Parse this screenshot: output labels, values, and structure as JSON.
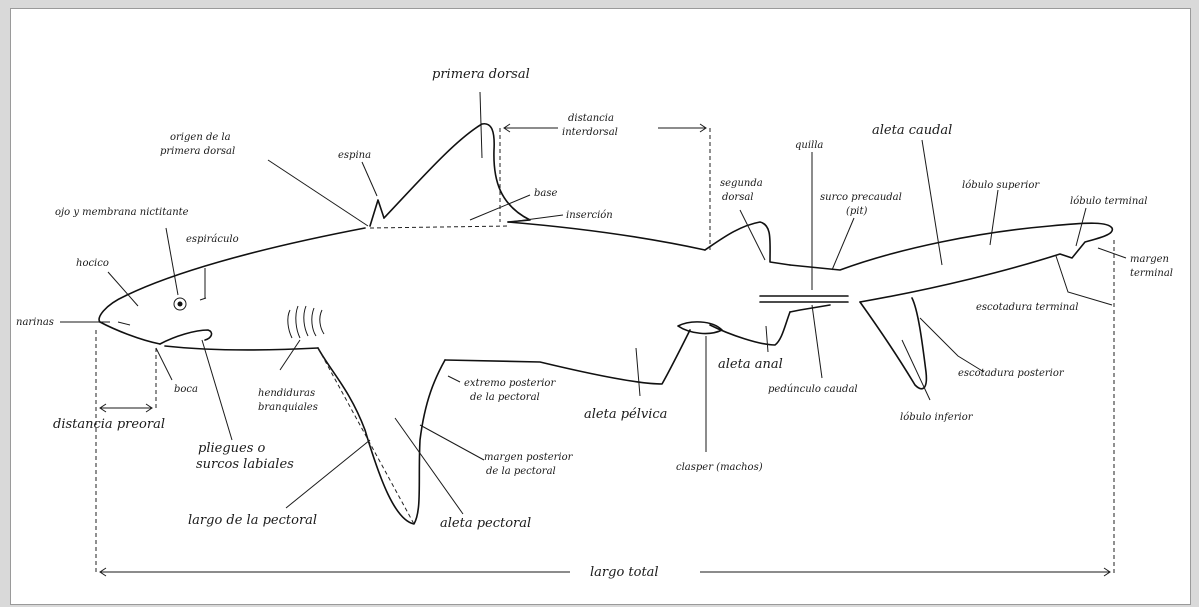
{
  "colors": {
    "ink": "#1a1a1a",
    "paper": "#ffffff",
    "background": "#d9d9d9"
  },
  "labels": {
    "primera_dorsal": "primera dorsal",
    "distancia_interdorsal_1": "distancia",
    "distancia_interdorsal_2": "interdorsal",
    "aleta_caudal": "aleta caudal",
    "quilla": "quilla",
    "origen_1": "origen de la",
    "origen_2": "primera dorsal",
    "espina": "espina",
    "base": "base",
    "insercion": "inserción",
    "segunda_dorsal_1": "segunda",
    "segunda_dorsal_2": "dorsal",
    "surco_1": "surco precaudal",
    "surco_2": "(pit)",
    "lobulo_superior": "lóbulo superior",
    "lobulo_terminal": "lóbulo terminal",
    "margen_terminal_1": "margen",
    "margen_terminal_2": "terminal",
    "ojo": "ojo y membrana nictitante",
    "espiraculo": "espiráculo",
    "hocico": "hocico",
    "narinas": "narinas",
    "escotadura_terminal": "escotadura terminal",
    "aleta_anal": "aleta anal",
    "pedunculo": "pedúnculo caudal",
    "escotadura_posterior": "escotadura posterior",
    "lobulo_inferior": "lóbulo inferior",
    "boca": "boca",
    "hendiduras_1": "hendiduras",
    "hendiduras_2": "branquiales",
    "extremo_1": "extremo posterior",
    "extremo_2": "de la pectoral",
    "aleta_pelvica": "aleta pélvica",
    "distancia_preoral": "distancia preoral",
    "pliegues_1": "pliegues o",
    "pliegues_2": "surcos labiales",
    "margen_posterior_1": "margen posterior",
    "margen_posterior_2": "de la pectoral",
    "clasper": "clasper (machos)",
    "largo_pectoral": "largo de la pectoral",
    "aleta_pectoral": "aleta pectoral",
    "largo_total": "largo total"
  }
}
